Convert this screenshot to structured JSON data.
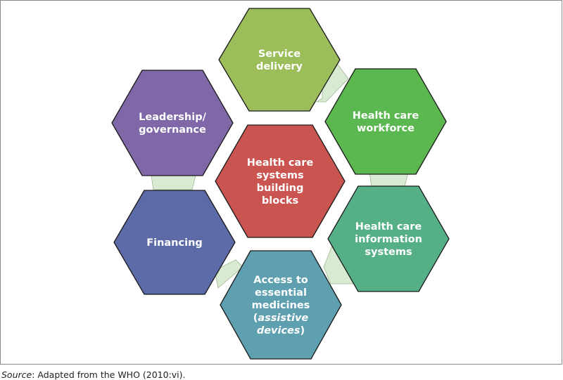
{
  "colors": {
    "connector": "#d9ead3",
    "connector_stroke": "#9cb98f",
    "hex_stroke": "#1a1a1a",
    "label": "#ffffff"
  },
  "hexagons": [
    {
      "id": "service-delivery",
      "color": "#9bbd5a",
      "lines": [
        [
          "Service"
        ],
        [
          "delivery"
        ]
      ]
    },
    {
      "id": "health-care-workforce",
      "color": "#5bb851",
      "lines": [
        [
          "Health care"
        ],
        [
          "workforce"
        ]
      ]
    },
    {
      "id": "health-care-information-systems",
      "color": "#55b088",
      "lines": [
        [
          "Health care"
        ],
        [
          "information"
        ],
        [
          "systems"
        ]
      ]
    },
    {
      "id": "access-to-essential-medicines",
      "color": "#5e9fb0",
      "lines": [
        [
          "Access to"
        ],
        [
          "essential"
        ],
        [
          "medicines"
        ],
        [
          "(",
          "assistive"
        ],
        [
          "devices",
          ")"
        ]
      ]
    },
    {
      "id": "financing",
      "color": "#5c6aa8",
      "lines": [
        [
          "Financing"
        ]
      ]
    },
    {
      "id": "leadership-governance",
      "color": "#8067a8",
      "lines": [
        [
          "Leadership/"
        ],
        [
          "governance"
        ]
      ]
    },
    {
      "id": "health-care-systems-building-blocks",
      "color": "#c95450",
      "lines": [
        [
          "Health care"
        ],
        [
          "systems"
        ],
        [
          "building"
        ],
        [
          "blocks"
        ]
      ]
    }
  ],
  "source": {
    "prefix": "Source",
    "text": ": Adapted from the WHO (2010:vi)."
  }
}
